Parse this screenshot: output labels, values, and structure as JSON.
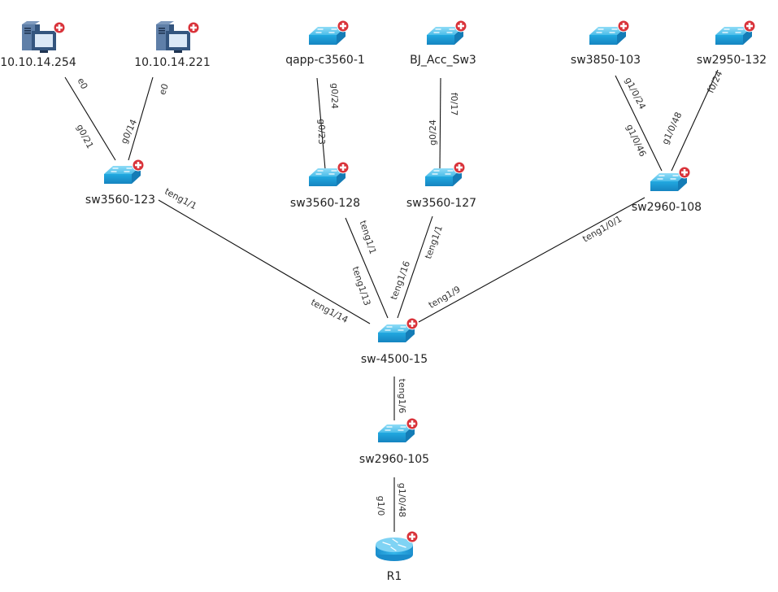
{
  "diagram": {
    "type": "network-topology",
    "nodes": [
      {
        "id": "h254",
        "label": "10.10.14.254",
        "kind": "host"
      },
      {
        "id": "h221",
        "label": "10.10.14.221",
        "kind": "host"
      },
      {
        "id": "qapp",
        "label": "qapp-c3560-1",
        "kind": "switch"
      },
      {
        "id": "bjacc",
        "label": "BJ_Acc_Sw3",
        "kind": "switch"
      },
      {
        "id": "sw3850",
        "label": "sw3850-103",
        "kind": "switch"
      },
      {
        "id": "sw2950",
        "label": "sw2950-132",
        "kind": "switch"
      },
      {
        "id": "sw123",
        "label": "sw3560-123",
        "kind": "switch"
      },
      {
        "id": "sw128",
        "label": "sw3560-128",
        "kind": "switch"
      },
      {
        "id": "sw127",
        "label": "sw3560-127",
        "kind": "switch"
      },
      {
        "id": "sw108",
        "label": "sw2960-108",
        "kind": "switch"
      },
      {
        "id": "core",
        "label": "sw-4500-15",
        "kind": "switch"
      },
      {
        "id": "sw105",
        "label": "sw2960-105",
        "kind": "switch"
      },
      {
        "id": "r1",
        "label": "R1",
        "kind": "router"
      }
    ],
    "links": [
      {
        "from": "h254",
        "to": "sw123",
        "from_port": "e0",
        "to_port": "g0/21"
      },
      {
        "from": "h221",
        "to": "sw123",
        "from_port": "e0",
        "to_port": "g0/14"
      },
      {
        "from": "qapp",
        "to": "sw128",
        "from_port": "g0/24",
        "to_port": "g0/23"
      },
      {
        "from": "bjacc",
        "to": "sw127",
        "from_port": "f0/17",
        "to_port": "g0/24"
      },
      {
        "from": "sw3850",
        "to": "sw108",
        "from_port": "g1/0/24",
        "to_port": "g1/0/46"
      },
      {
        "from": "sw2950",
        "to": "sw108",
        "from_port": "f0/24",
        "to_port": "g1/0/48"
      },
      {
        "from": "sw123",
        "to": "core",
        "from_port": "teng1/1",
        "to_port": "teng1/14"
      },
      {
        "from": "sw128",
        "to": "core",
        "from_port": "teng1/1",
        "to_port": "teng1/13"
      },
      {
        "from": "sw127",
        "to": "core",
        "from_port": "teng1/1",
        "to_port": "teng1/16"
      },
      {
        "from": "sw108",
        "to": "core",
        "from_port": "teng1/0/1",
        "to_port": "teng1/9"
      },
      {
        "from": "core",
        "to": "sw105",
        "from_port": "",
        "to_port": "teng1/6"
      },
      {
        "from": "sw105",
        "to": "r1",
        "from_port": "g1/0/48",
        "to_port": "g1/0"
      }
    ],
    "badge_icon": "plus-circle-icon",
    "colors": {
      "device_blue": "#1fa3dc",
      "device_light": "#6fcdf2",
      "host_dark": "#34557e",
      "badge_red": "#d9333a",
      "link": "#111111"
    }
  }
}
